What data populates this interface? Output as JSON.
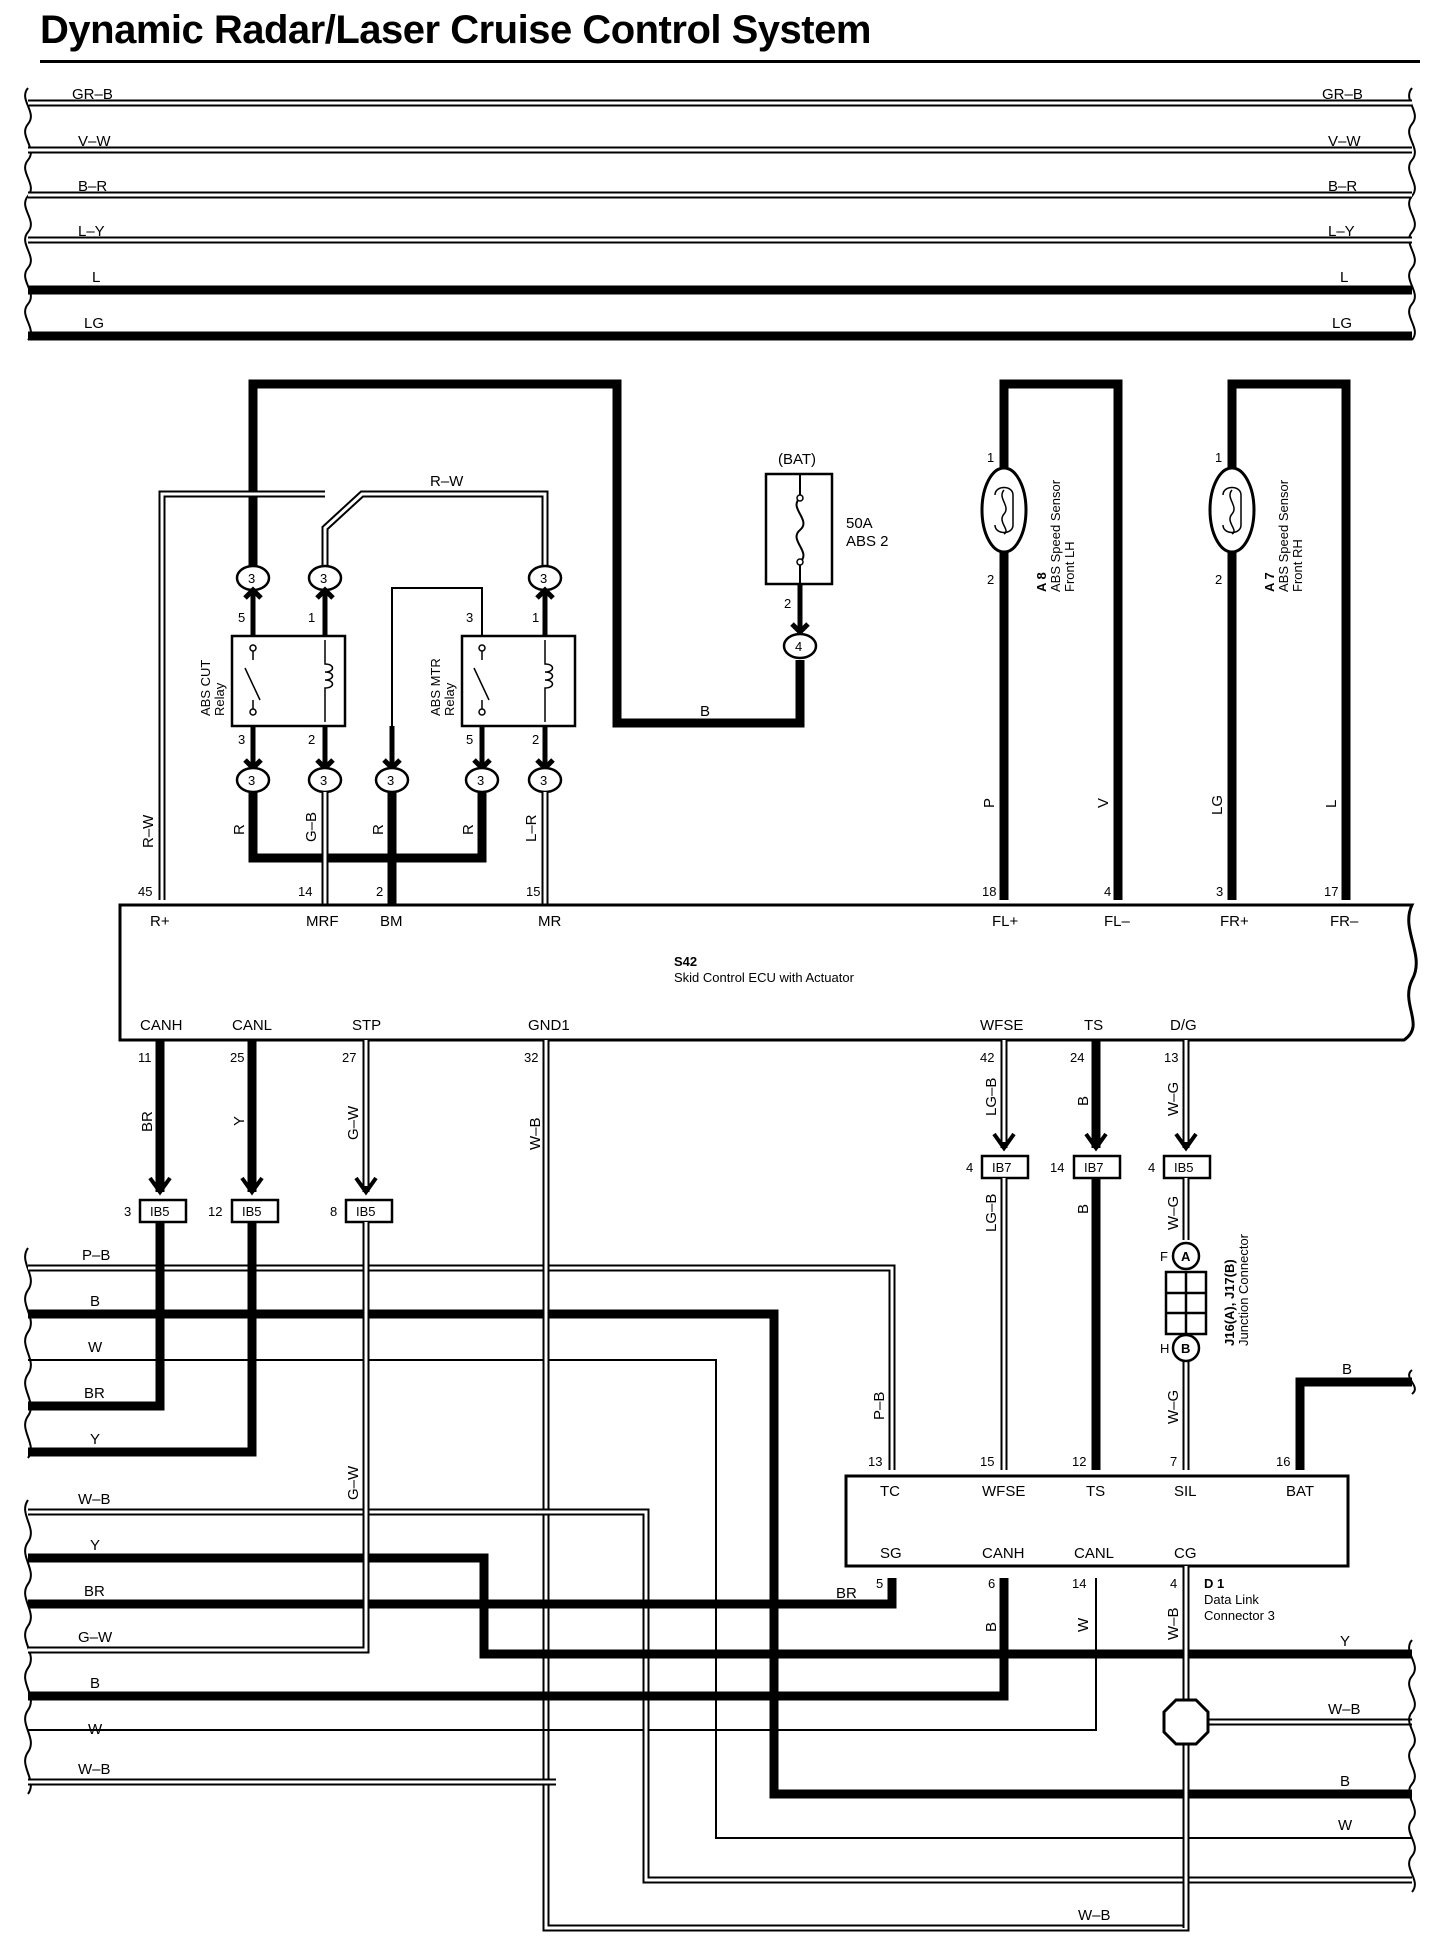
{
  "title": "Dynamic Radar/Laser Cruise Control System",
  "bus_top": {
    "wires": [
      {
        "label": "GR–B",
        "type": "striped"
      },
      {
        "label": "V–W",
        "type": "striped"
      },
      {
        "label": "B–R",
        "type": "striped"
      },
      {
        "label": "L–Y",
        "type": "striped"
      },
      {
        "label": "L",
        "type": "solid"
      },
      {
        "label": "LG",
        "type": "solid"
      }
    ]
  },
  "bat": {
    "label": "(BAT)",
    "fuse_amp": "50A",
    "fuse_name": "ABS 2",
    "pin": "2",
    "connector": "4",
    "wire": "B"
  },
  "relays": {
    "cut": {
      "name": "ABS CUT",
      "sub": "Relay",
      "pin_tl": "5",
      "pin_tr": "1",
      "pin_bl": "3",
      "pin_br": "2",
      "conn": "3"
    },
    "mtr": {
      "name": "ABS MTR",
      "sub": "Relay",
      "pin_tl": "3",
      "pin_tr": "1",
      "pin_bl": "5",
      "pin_br": "2",
      "conn": "3"
    },
    "rw_label": "R–W"
  },
  "sensors": {
    "lh": {
      "code": "A 8",
      "line1": "ABS Speed Sensor",
      "line2": "Front LH",
      "pin_top": "1",
      "pin_bottom": "2"
    },
    "rh": {
      "code": "A 7",
      "line1": "ABS Speed Sensor",
      "line2": "Front RH",
      "pin_top": "1",
      "pin_bottom": "2"
    }
  },
  "ecu": {
    "code": "S42",
    "name": "Skid Control ECU with Actuator",
    "top_pins": [
      {
        "num": "45",
        "name": "R+",
        "wire": "R–W"
      },
      {
        "num": "14",
        "name": "MRF",
        "wire": "G–B"
      },
      {
        "num": "2",
        "name": "BM",
        "wire": "R"
      },
      {
        "num": "15",
        "name": "MR",
        "wire": "L–R"
      },
      {
        "num": "18",
        "name": "FL+",
        "wire": "P"
      },
      {
        "num": "4",
        "name": "FL–",
        "wire": "V"
      },
      {
        "num": "3",
        "name": "FR+",
        "wire": "LG"
      },
      {
        "num": "17",
        "name": "FR–",
        "wire": "L"
      }
    ],
    "relay_wires": [
      "R",
      "R",
      "R"
    ],
    "bottom_pins": [
      {
        "num": "11",
        "name": "CANH",
        "wire": "BR"
      },
      {
        "num": "25",
        "name": "CANL",
        "wire": "Y"
      },
      {
        "num": "27",
        "name": "STP",
        "wire": "G–W"
      },
      {
        "num": "32",
        "name": "GND1",
        "wire": "W–B"
      },
      {
        "num": "42",
        "name": "WFSE",
        "wire": "LG–B"
      },
      {
        "num": "24",
        "name": "TS",
        "wire": "B"
      },
      {
        "num": "13",
        "name": "D/G",
        "wire": "W–G"
      }
    ]
  },
  "ib_connectors": {
    "ib5_canh": {
      "code": "IB5",
      "pin": "3"
    },
    "ib5_canl": {
      "code": "IB5",
      "pin": "12"
    },
    "ib5_stp": {
      "code": "IB5",
      "pin": "8"
    },
    "ib7_wfse": {
      "code": "IB7",
      "pin": "4"
    },
    "ib7_ts": {
      "code": "IB7",
      "pin": "14"
    },
    "ib5_dg": {
      "code": "IB5",
      "pin": "4"
    }
  },
  "below_ib": {
    "wfse": "LG–B",
    "ts": "B",
    "dg": "W–G",
    "stp": "G–W"
  },
  "junction": {
    "code": "J16(A), J17(B)",
    "name": "Junction Connector",
    "pin_a": "F",
    "a": "A",
    "pin_b": "H",
    "b": "B",
    "wire": "W–G"
  },
  "left_bus_1": [
    "P–B",
    "B",
    "W",
    "BR",
    "Y"
  ],
  "left_bus_2": [
    "W–B",
    "Y",
    "BR",
    "G–W",
    "B",
    "W",
    "W–B"
  ],
  "dlc": {
    "code": "D 1",
    "name1": "Data Link",
    "name2": "Connector 3",
    "top_pins": [
      {
        "num": "13",
        "name": "TC",
        "wire": "P–B"
      },
      {
        "num": "15",
        "name": "WFSE"
      },
      {
        "num": "12",
        "name": "TS"
      },
      {
        "num": "7",
        "name": "SIL"
      },
      {
        "num": "16",
        "name": "BAT",
        "wire": "B"
      }
    ],
    "bottom_pins": [
      {
        "num": "5",
        "name": "SG",
        "wire": "BR"
      },
      {
        "num": "6",
        "name": "CANH",
        "wire": "B"
      },
      {
        "num": "14",
        "name": "CANL",
        "wire": "W"
      },
      {
        "num": "4",
        "name": "CG",
        "wire": "W–B"
      }
    ]
  },
  "right_bus_bottom": [
    "Y",
    "W–B",
    "B",
    "W"
  ],
  "ground_label": "W–B"
}
